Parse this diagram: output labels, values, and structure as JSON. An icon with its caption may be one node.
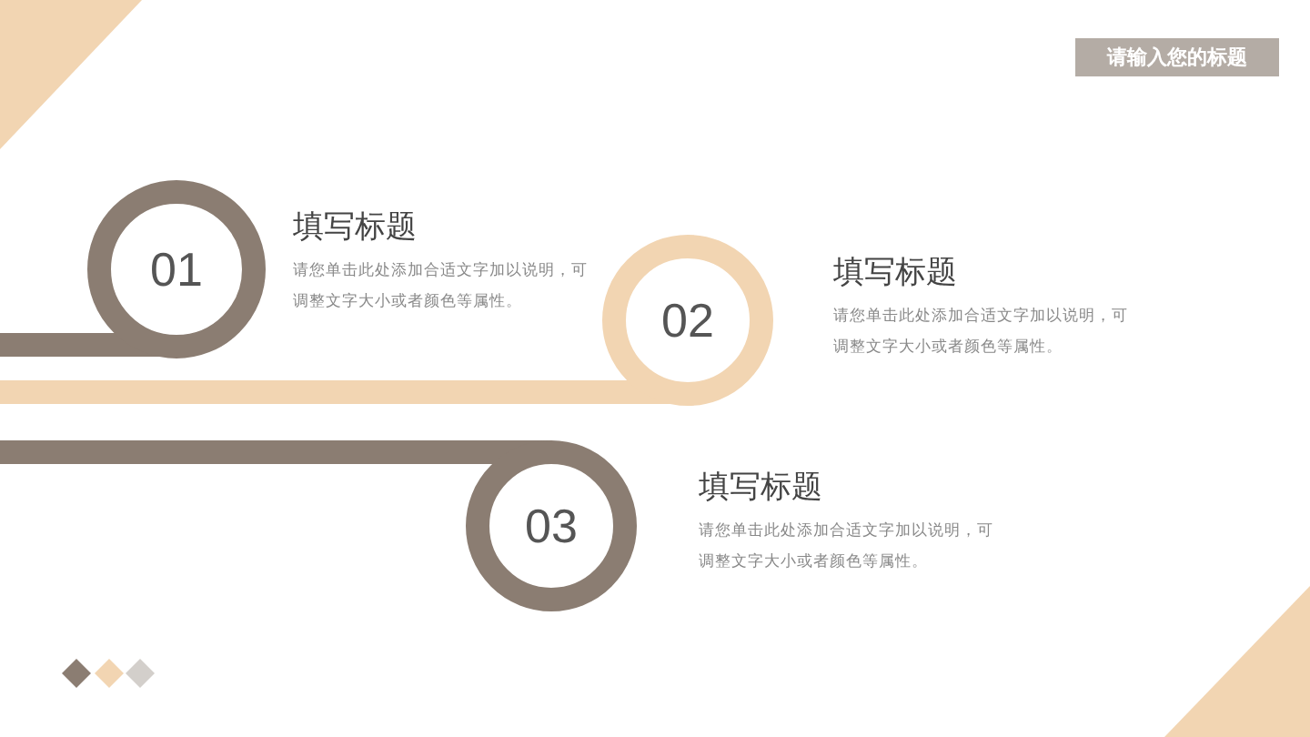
{
  "diagram": {
    "title": "请输入您的标题",
    "nodes": [
      {
        "text": [
          "01"
        ],
        "beside": [
          "填写标题",
          "请您单击此处添加合适文字加以说明，可调整文字大小或者颜色等属性。"
        ]
      },
      {
        "text": [
          "02"
        ],
        "beside": [
          "填写标题",
          "请您单击此处添加合适文字加以说明，可调整文字大小或者颜色等属性。"
        ]
      },
      {
        "text": [
          "03"
        ],
        "beside": [
          "填写标题",
          "请您单击此处添加合适文字加以说明，可调整文字大小或者颜色等属性。"
        ]
      }
    ],
    "edges": []
  }
}
